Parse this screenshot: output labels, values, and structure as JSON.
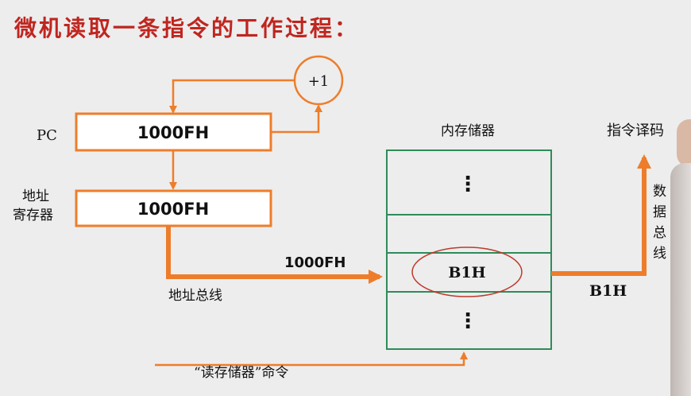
{
  "title": "微机读取一条指令的工作过程：",
  "pc": {
    "label": "PC",
    "value": "1000FH"
  },
  "increment_label": "+1",
  "address_register": {
    "label_line1": "地址",
    "label_line2": "寄存器",
    "value": "1000FH"
  },
  "address_bus": {
    "label": "地址总线",
    "value": "1000FH"
  },
  "memory": {
    "label": "内存储器",
    "cell_value": "B1H",
    "ellipsis": "⋮"
  },
  "data_bus": {
    "label_chars": [
      "数",
      "据",
      "总",
      "线"
    ],
    "value": "B1H"
  },
  "decode_label": "指令译码",
  "read_command": "“读存储器”命令",
  "colors": {
    "title": "#c0251f",
    "arrows": "#ee7d2b",
    "memory_border": "#2f8b5a",
    "highlight": "#c0392b"
  }
}
